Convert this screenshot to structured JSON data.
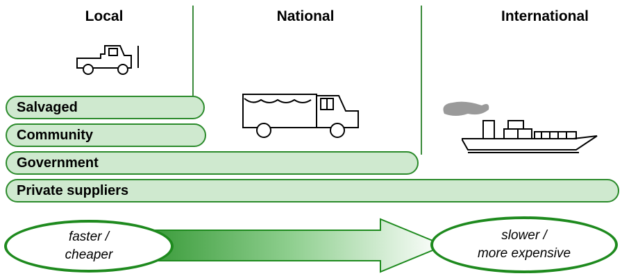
{
  "columns": {
    "local": "Local",
    "national": "National",
    "international": "International"
  },
  "bars": {
    "salvaged": "Salvaged",
    "community": "Community",
    "government": "Government",
    "private": "Private suppliers"
  },
  "scale": {
    "left_line1": "faster /",
    "left_line2": "cheaper",
    "right_line1": "slower /",
    "right_line2": "more expensive"
  },
  "colors": {
    "accent": "#1e8a1e",
    "bar_fill": "#cfe9cf",
    "divider": "#3a8a3a"
  },
  "icons": [
    "pickup-truck-icon",
    "cargo-truck-icon",
    "container-ship-icon"
  ]
}
